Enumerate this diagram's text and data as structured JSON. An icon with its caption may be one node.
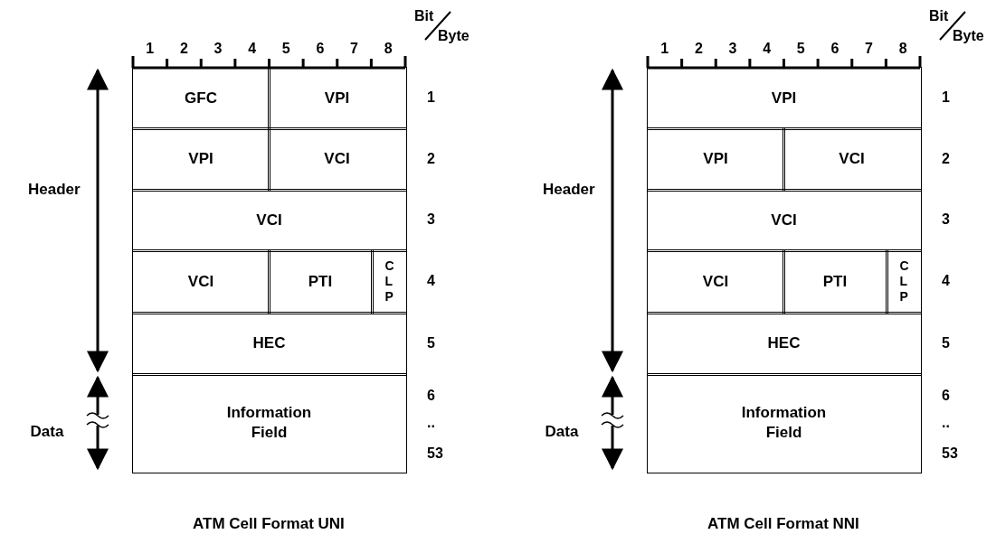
{
  "diagram": {
    "nodes": [
      {
        "text": [
          "GFC"
        ]
      },
      {
        "text": [
          "VPI"
        ]
      },
      {
        "text": [
          "VPI"
        ]
      },
      {
        "text": [
          "VCI"
        ]
      },
      {
        "text": [
          "VCI"
        ]
      },
      {
        "text": [
          "VCI"
        ]
      },
      {
        "text": [
          "PTI"
        ]
      },
      {
        "text": [
          "CLP"
        ]
      },
      {
        "text": [
          "HEC"
        ]
      },
      {
        "text": [
          "Information Field"
        ]
      },
      {
        "text": [
          "VPI"
        ]
      },
      {
        "text": [
          "VPI"
        ]
      },
      {
        "text": [
          "VCI"
        ]
      },
      {
        "text": [
          "VCI"
        ]
      },
      {
        "text": [
          "VCI"
        ]
      },
      {
        "text": [
          "PTI"
        ]
      },
      {
        "text": [
          "CLP"
        ]
      },
      {
        "text": [
          "HEC"
        ]
      },
      {
        "text": [
          "Information Field"
        ]
      }
    ],
    "labels": [
      "Bit",
      "Byte",
      "1",
      "2",
      "3",
      "4",
      "5",
      "6",
      "7",
      "8",
      "Header",
      "1",
      "2",
      "3",
      "4",
      "5",
      "Data",
      "6",
      "..",
      "53",
      "ATM Cell Format UNI",
      "Bit",
      "Byte",
      "1",
      "2",
      "3",
      "4",
      "5",
      "6",
      "7",
      "8",
      "Header",
      "1",
      "2",
      "3",
      "4",
      "5",
      "Data",
      "6",
      "..",
      "53",
      "ATM Cell Format NNI"
    ]
  }
}
